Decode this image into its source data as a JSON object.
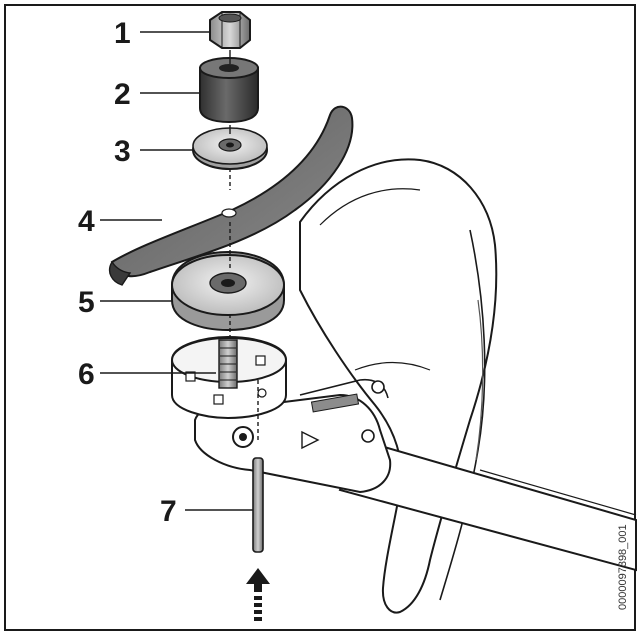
{
  "callouts": [
    {
      "number": "1"
    },
    {
      "number": "2"
    },
    {
      "number": "3"
    },
    {
      "number": "4"
    },
    {
      "number": "5"
    },
    {
      "number": "6"
    },
    {
      "number": "7"
    }
  ],
  "figure_code": "0000097398_001",
  "colors": {
    "outline": "#1a1a1a",
    "blade": "#6e6e6e",
    "metal_dark": "#4a4a4a",
    "metal_mid": "#8c8c8c",
    "metal_light": "#cfcfcf",
    "guard_fill": "#ffffff"
  }
}
